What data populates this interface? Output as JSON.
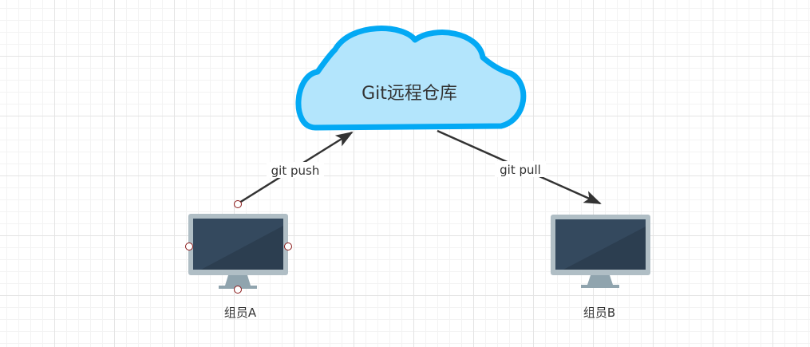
{
  "diagram": {
    "cloud_label": "Git远程仓库",
    "edges": {
      "push_label": "git push",
      "pull_label": "git pull"
    },
    "nodes": {
      "member_a": "组员A",
      "member_b": "组员B"
    },
    "icons": {
      "cloud": "cloud-icon",
      "monitor": "monitor-icon"
    },
    "colors": {
      "cloud_fill": "#b3e5fc",
      "cloud_stroke": "#03a9f4",
      "arrow": "#333333",
      "monitor_frame": "#b0bec5",
      "monitor_screen": "#2c3e50",
      "monitor_stand": "#90a4ae",
      "selection_handle": "#8b1a1a"
    }
  }
}
